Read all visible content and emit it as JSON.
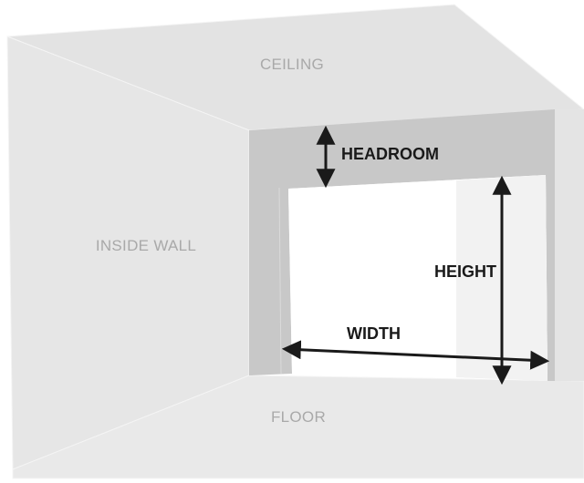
{
  "labels": {
    "ceiling": "CEILING",
    "inside_wall": "INSIDE WALL",
    "floor": "FLOOR",
    "headroom": "HEADROOM",
    "height": "HEIGHT",
    "width": "WIDTH"
  },
  "colors": {
    "ceiling": "#e3e3e3",
    "inside_wall": "#e6e6e6",
    "floor": "#e9e9e9",
    "far_wall": "#c8c8c8",
    "opening": "#ffffff",
    "arrow": "#1a1a1a"
  }
}
